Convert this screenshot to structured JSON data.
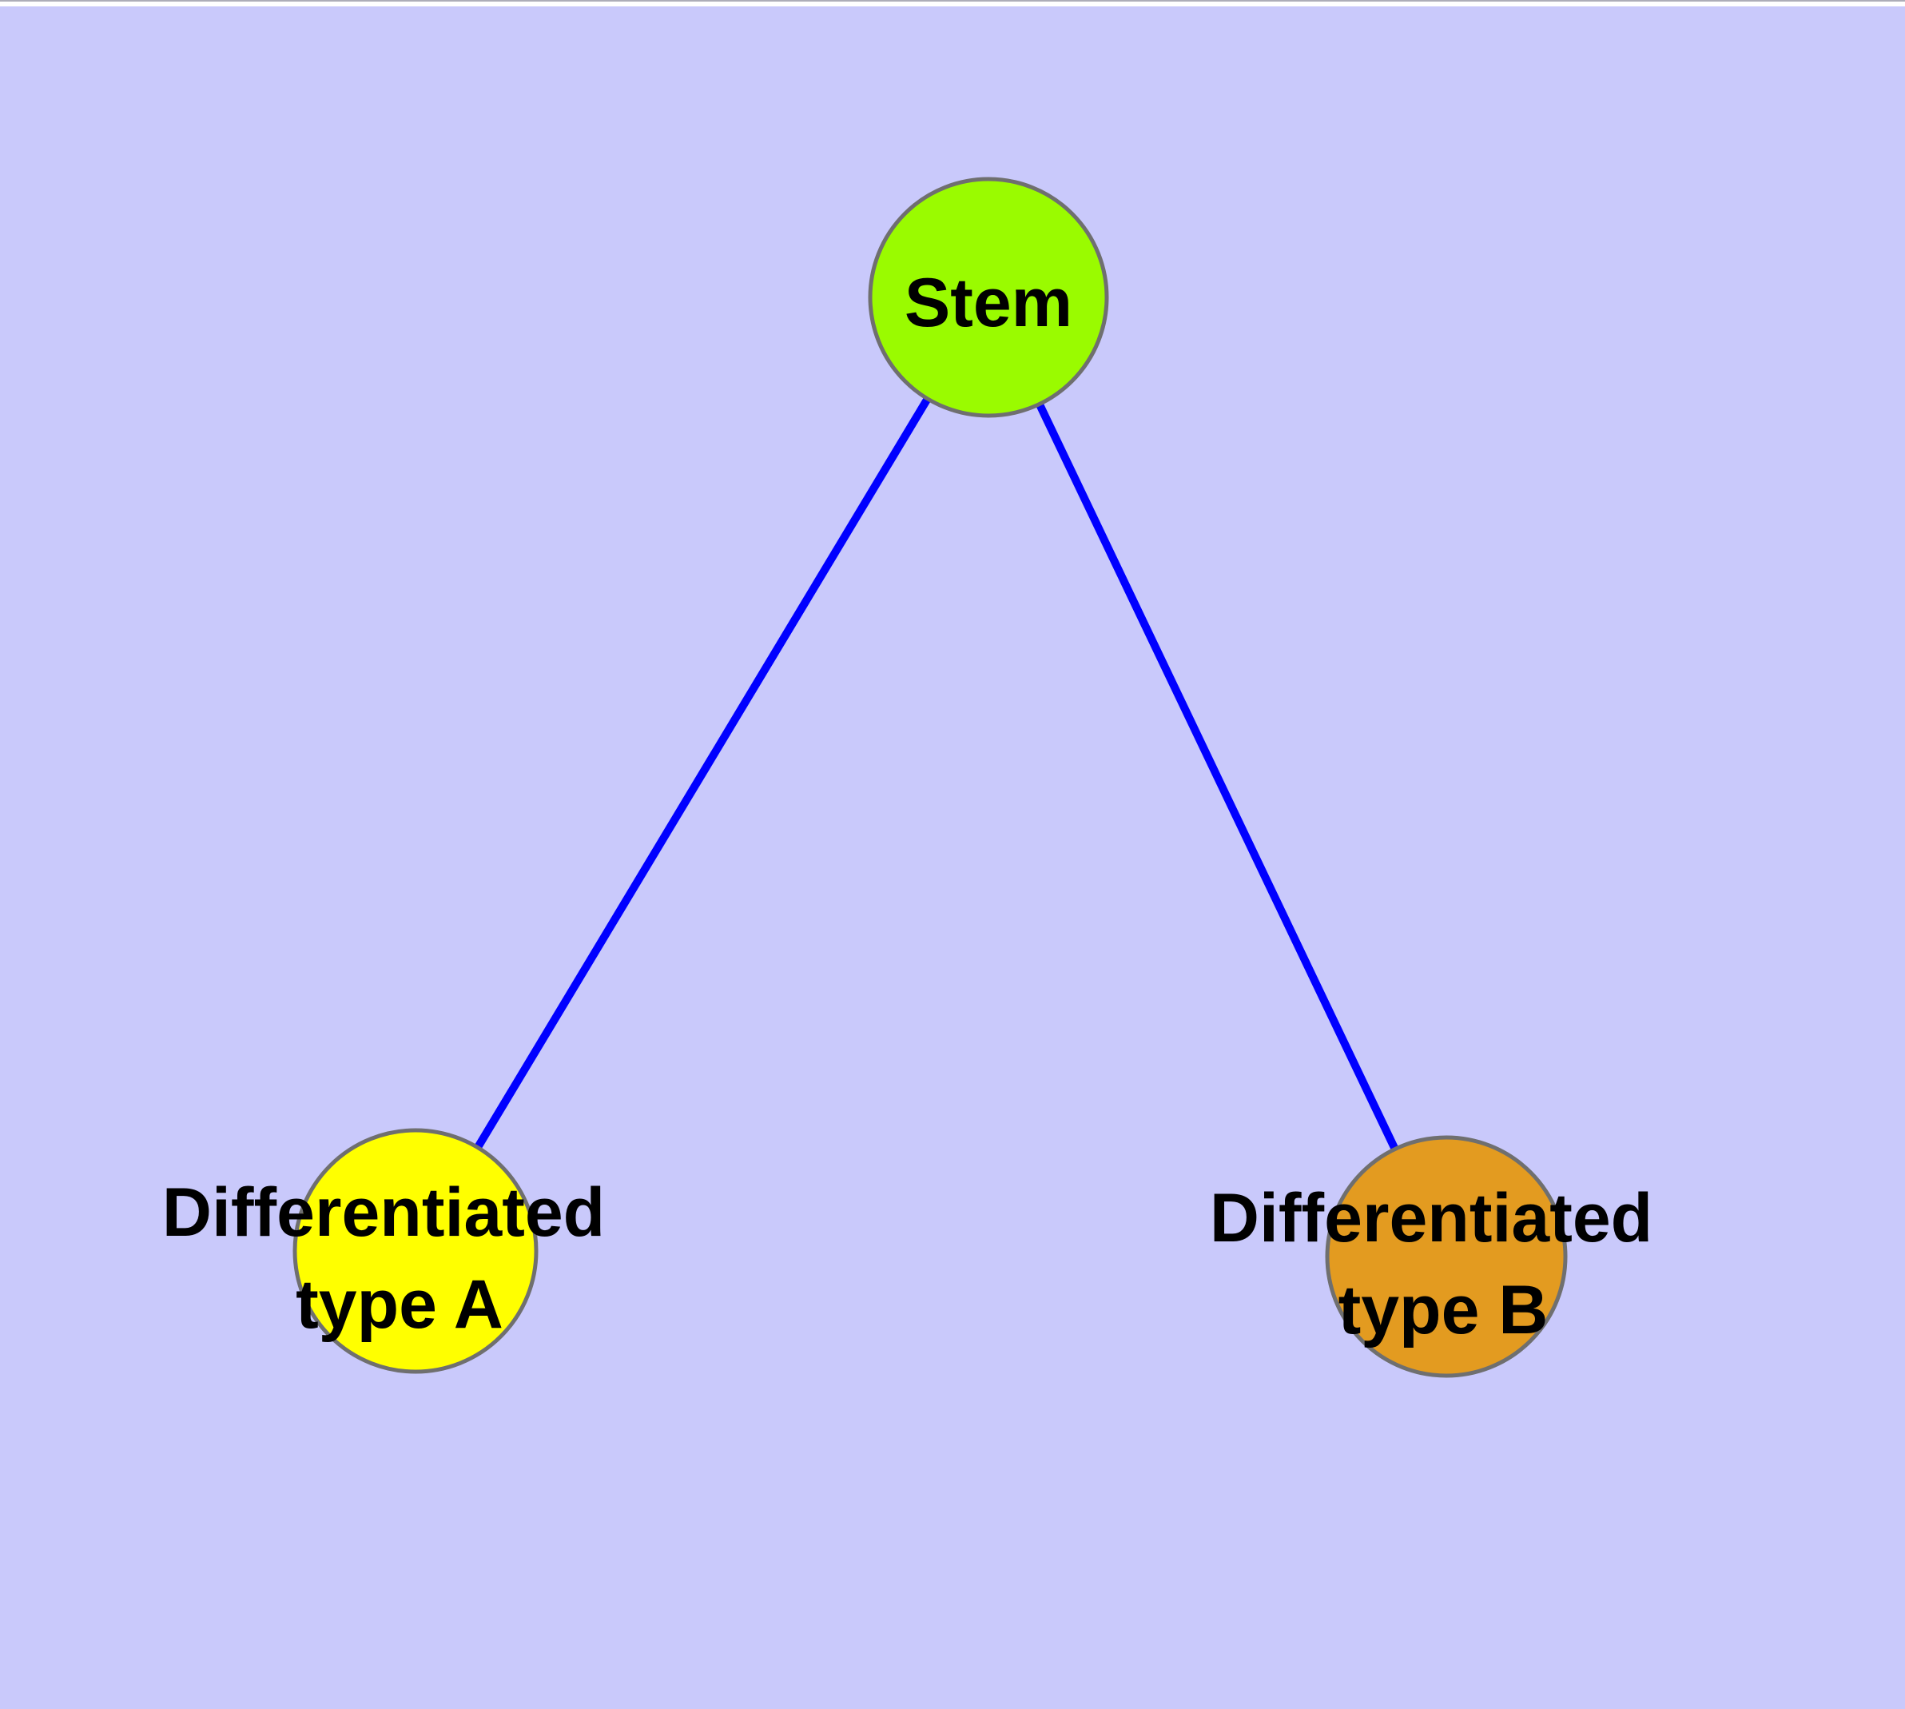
{
  "diagram": {
    "background_color": "#C9C9FB",
    "top_border_color": "#ADADB8",
    "top_margin_color": "#FFFFFF",
    "edge_color": "#0000FF",
    "node_border_color": "#6F6F6F",
    "label_color": "#000000",
    "nodes": [
      {
        "id": "stem",
        "fill": "#9AFB00",
        "lines": [
          "Stem",
          ""
        ]
      },
      {
        "id": "type-a",
        "fill": "#FFFF00",
        "lines": [
          "Differentiated",
          "type A"
        ]
      },
      {
        "id": "type-b",
        "fill": "#E39B20",
        "lines": [
          "Differentiated",
          "type B"
        ]
      }
    ],
    "edges": [
      {
        "from": "stem",
        "to": "type-a"
      },
      {
        "from": "stem",
        "to": "type-b"
      }
    ]
  }
}
